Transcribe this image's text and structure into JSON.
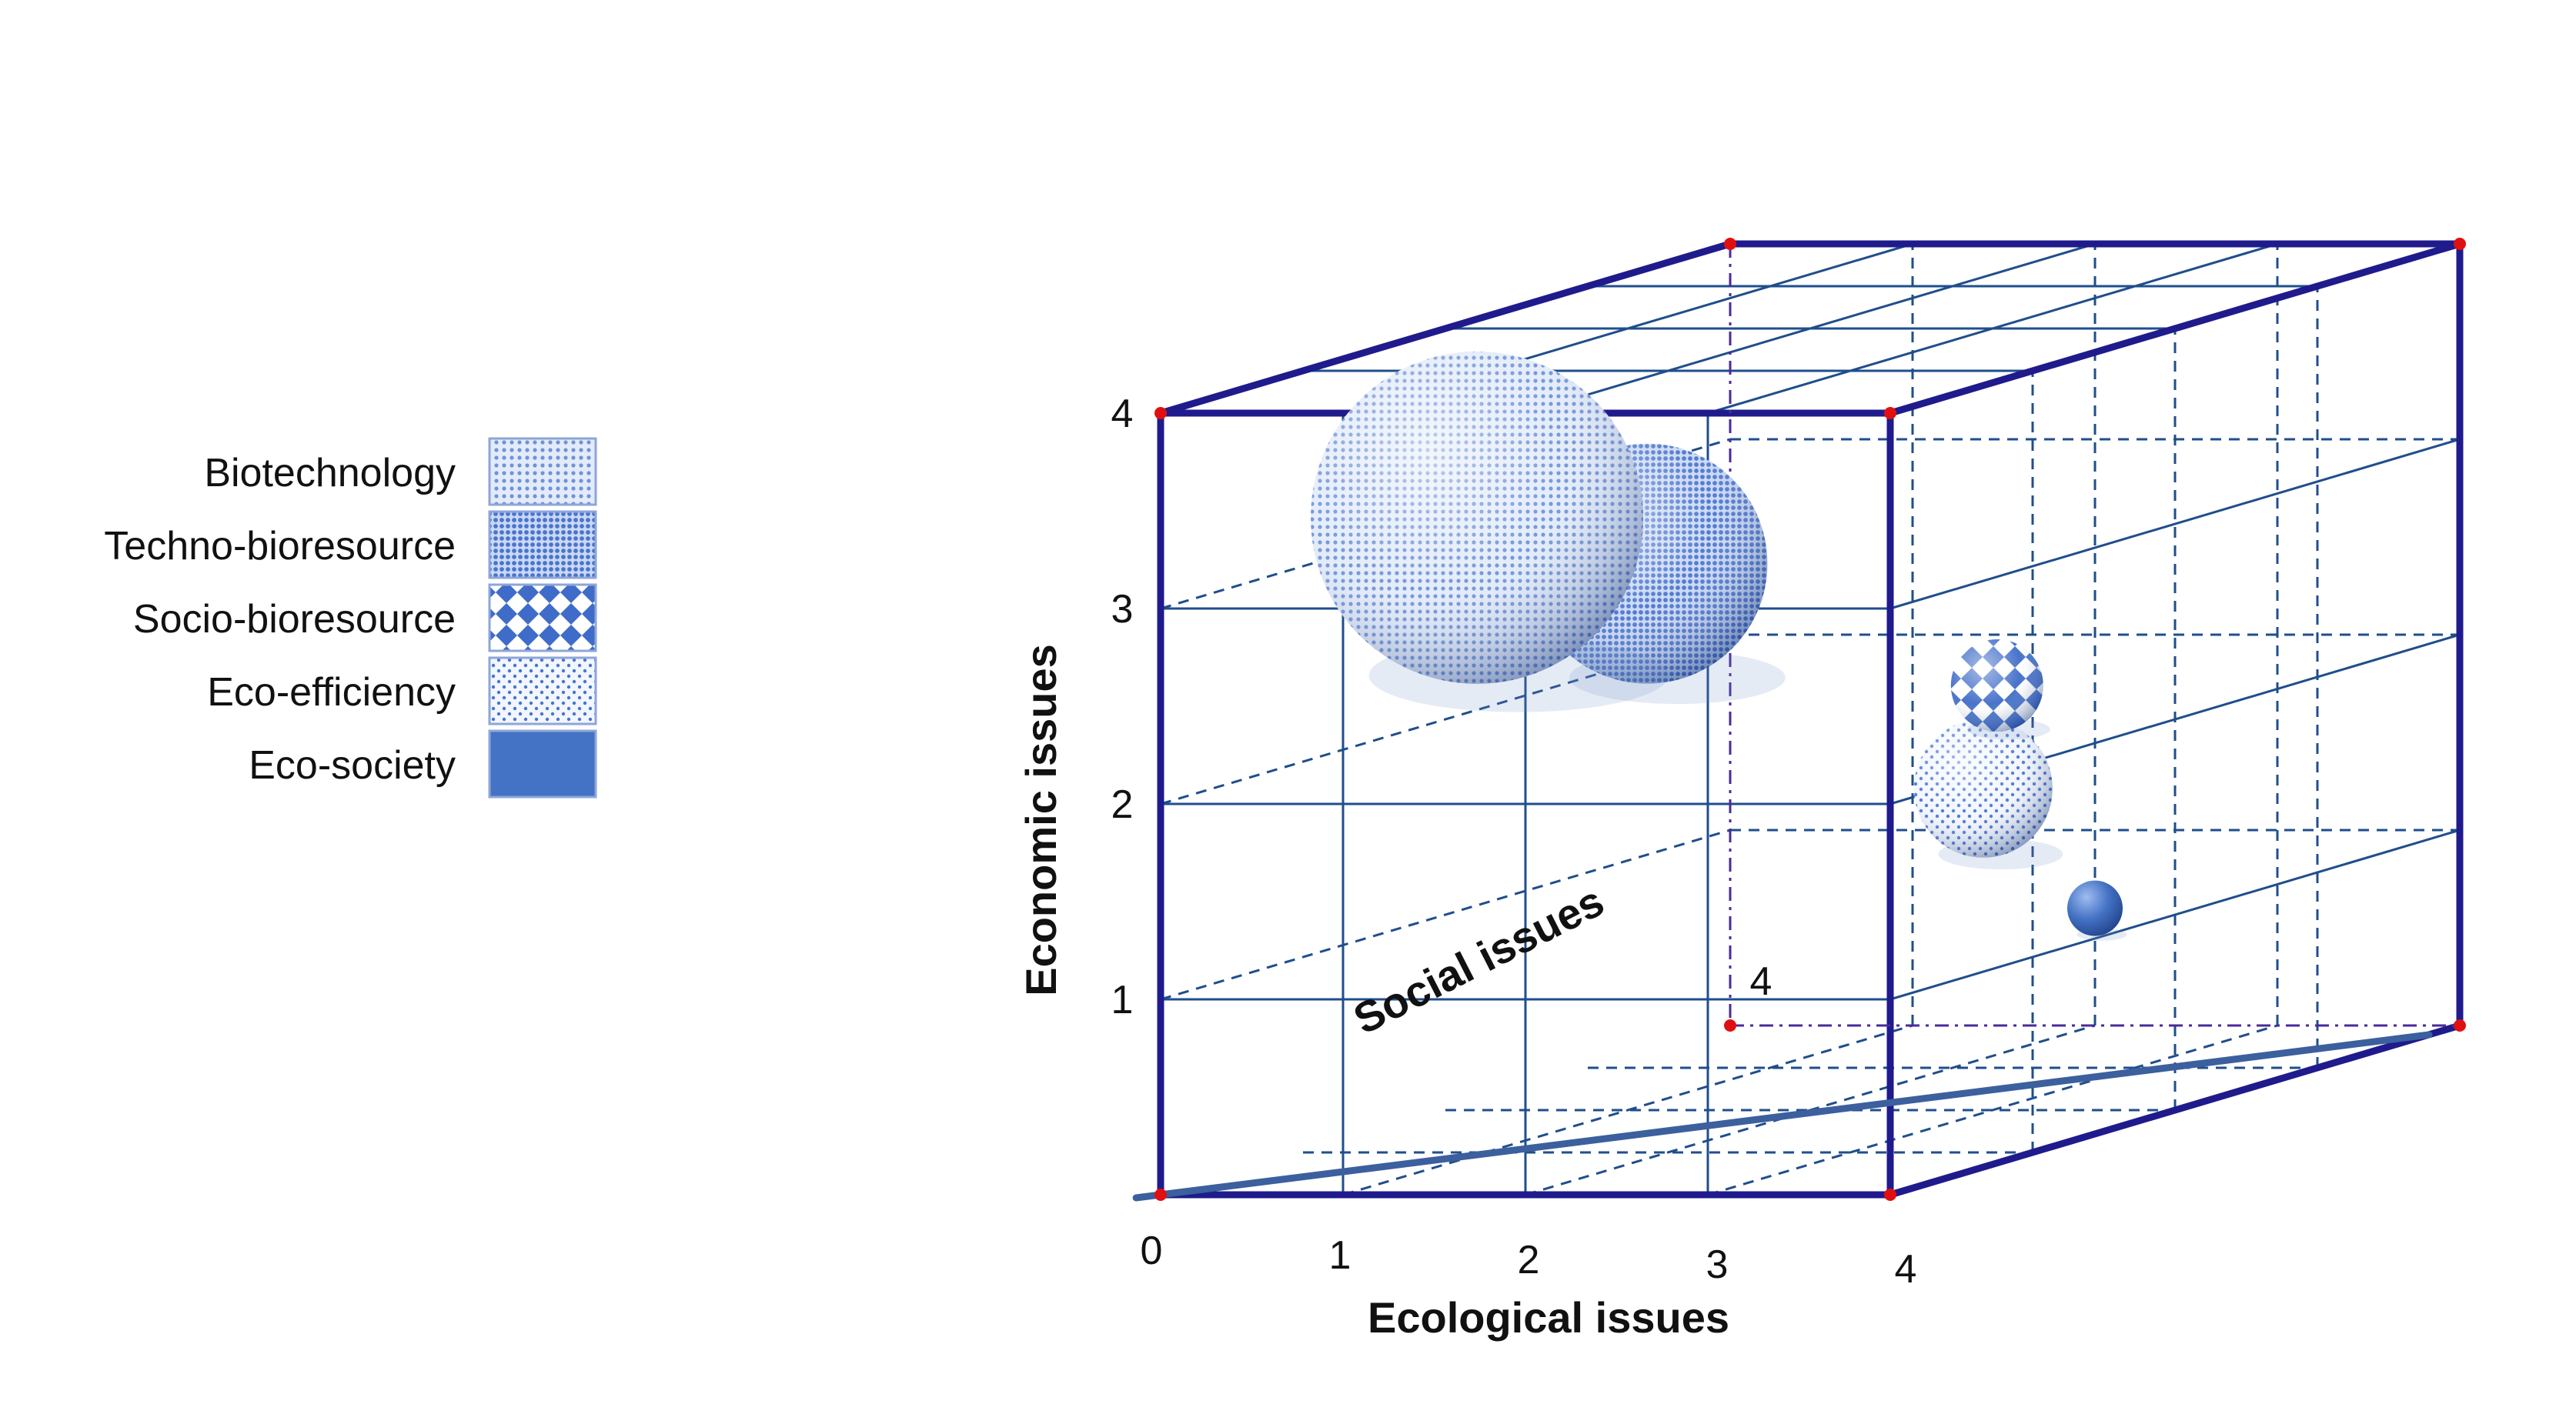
{
  "chart_data": {
    "type": "scatter",
    "title": "",
    "x_axis": {
      "label": "Ecological issues",
      "ticks": [
        "0",
        "1",
        "2",
        "3",
        "4"
      ],
      "range": [
        0,
        4
      ]
    },
    "y_axis": {
      "label": "Economic issues",
      "ticks": [
        "1",
        "2",
        "3",
        "4"
      ],
      "range": [
        0,
        4
      ]
    },
    "z_axis": {
      "label": "Social issues",
      "ticks": [
        "4"
      ],
      "range": [
        0,
        4
      ]
    },
    "grid": true,
    "legend": {
      "placement": "left",
      "entries": [
        {
          "name": "Biotechnology",
          "pattern": "fine-dots",
          "color": "#6f93d9"
        },
        {
          "name": "Techno-bioresource",
          "pattern": "dense-dots",
          "color": "#4a74cc"
        },
        {
          "name": "Socio-bioresource",
          "pattern": "diamond-checker",
          "color": "#3f6cc8"
        },
        {
          "name": "Eco-efficiency",
          "pattern": "sparse-dots",
          "color": "#4a74cc"
        },
        {
          "name": "Eco-society",
          "pattern": "solid",
          "color": "#4472c4"
        }
      ]
    },
    "series": [
      {
        "name": "Biotechnology",
        "x": 1.5,
        "y": 3.4,
        "z": 0.3,
        "size": 3.6
      },
      {
        "name": "Techno-bioresource",
        "x": 2.2,
        "y": 3.1,
        "z": 0.6,
        "size": 2.6
      },
      {
        "name": "Socio-bioresource",
        "x": 2.4,
        "y": 2.0,
        "z": 2.8,
        "size": 1.0
      },
      {
        "name": "Eco-efficiency",
        "x": 1.7,
        "y": 1.3,
        "z": 3.6,
        "size": 1.5
      },
      {
        "name": "Eco-society",
        "x": 2.0,
        "y": 0.6,
        "z": 4.0,
        "size": 0.6
      }
    ],
    "colors": {
      "frame": "#1f1b8c",
      "grid": "#1f4e8c",
      "corner": "#e01010",
      "axis_line": "#3c5f9e"
    }
  }
}
